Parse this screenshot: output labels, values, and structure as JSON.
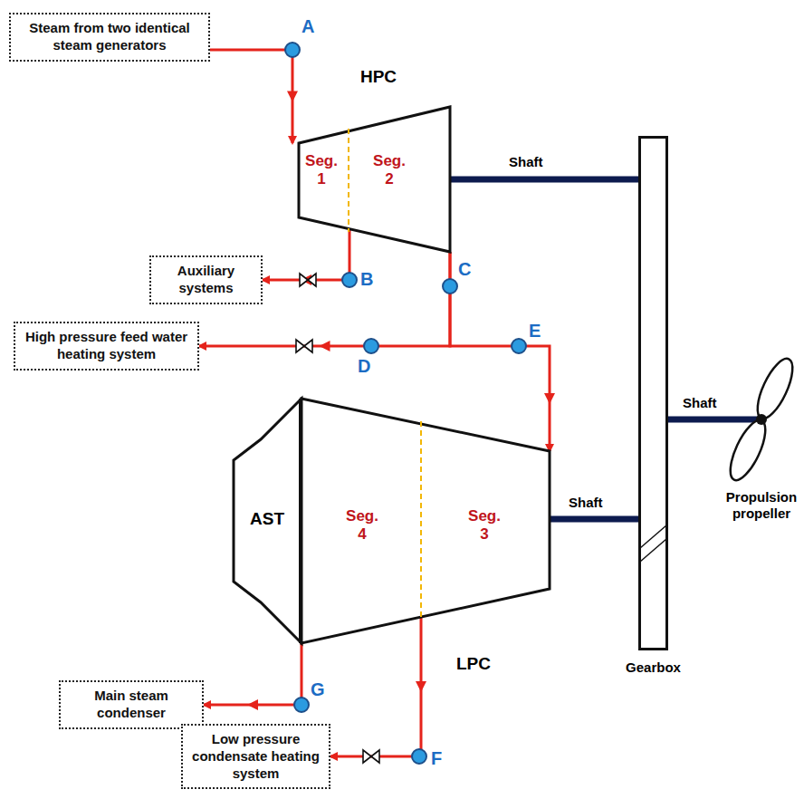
{
  "diagram": {
    "nodes": [
      {
        "text": [
          "Steam from two identical steam generators"
        ]
      },
      {
        "text": [
          "HPC",
          "Seg. 1",
          "Seg. 2"
        ]
      },
      {
        "text": [
          "Auxiliary systems"
        ]
      },
      {
        "text": [
          "Gearbox"
        ]
      },
      {
        "text": [
          "Propulsion propeller"
        ]
      },
      {
        "text": [
          "High pressure feed water heating system"
        ]
      },
      {
        "text": [
          "AST"
        ]
      },
      {
        "text": [
          "Seg. 4",
          "Seg. 3",
          "LPC"
        ]
      },
      {
        "text": [
          "Main steam condenser"
        ]
      },
      {
        "text": [
          "Low pressure condensate heating system"
        ]
      }
    ],
    "edges": [
      {
        "from": 0,
        "to": 1,
        "arrow": "to"
      },
      {
        "from": 1,
        "to": 2,
        "arrow": "to"
      },
      {
        "from": 1,
        "to": 5,
        "arrow": "to"
      },
      {
        "from": 1,
        "to": 7,
        "arrow": "to"
      },
      {
        "from": 7,
        "to": 9,
        "arrow": "to"
      },
      {
        "from": 7,
        "to": 8,
        "arrow": "to"
      },
      {
        "from": 1,
        "to": 3,
        "label": "Shaft",
        "arrow": "none"
      },
      {
        "from": 7,
        "to": 3,
        "label": "Shaft",
        "arrow": "none"
      },
      {
        "from": 3,
        "to": 4,
        "label": "Shaft",
        "arrow": "none"
      }
    ],
    "labels": [
      "A",
      "B",
      "C",
      "D",
      "E",
      "F",
      "G"
    ]
  }
}
